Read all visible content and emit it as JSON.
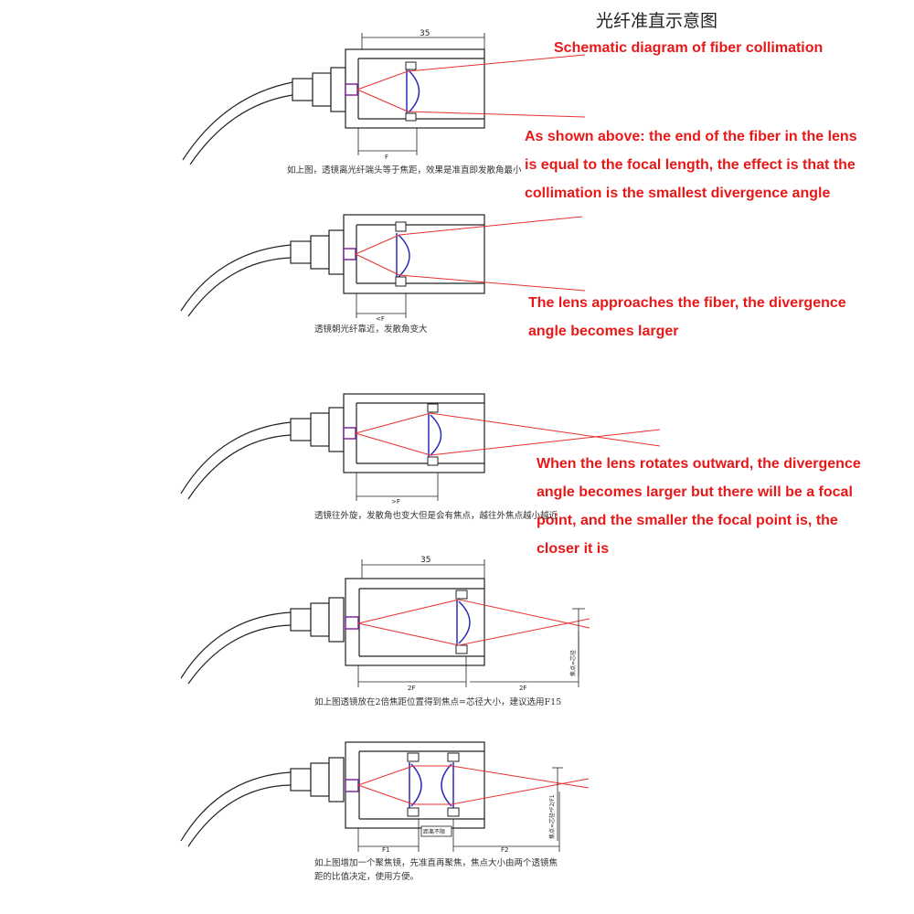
{
  "title_cn": "光纤准直示意图",
  "title_en": "Schematic diagram of fiber collimation",
  "notes": {
    "n1": "As shown above: the end of the fiber in the lens\nis equal to the focal length, the effect is that the\ncollimation is the smallest divergence angle",
    "n2": "The lens approaches the fiber, the divergence\nangle becomes larger",
    "n3": "When the lens rotates outward, the divergence\nangle becomes larger but there will be a focal\npoint, and the smaller the focal point is, the\ncloser it is"
  },
  "captions": {
    "c1": "如上图，透镜离光纤端头等于焦距，效果是准直即发散角最小",
    "c2": "透镜朝光纤靠近，发散角变大",
    "c3": "透镜往外旋，发散角也变大但是会有焦点，越往外焦点越小越近",
    "c4": "如上图透镜放在2倍焦距位置得到焦点=芯径大小，建议选用F15",
    "c5": "如上图增加一个聚焦镜，先准直再聚焦，焦点大小由两个透镜焦\n距的比值决定，使用方便。"
  },
  "dims": {
    "d1_top": "35",
    "d1_bottom": "F",
    "d2_bottom": "<F",
    "d3_bottom": ">F",
    "d4_top": "35",
    "d4_left": "2F",
    "d4_right": "2F",
    "d4_vertical": "焦点=芯径",
    "d5_left": "F1",
    "d5_mid": "距离不限",
    "d5_right": "F2",
    "d5_vertical": "焦点=芯径*F2/F1"
  },
  "colors": {
    "beam": "#e83030",
    "lens": "#2a2ab8",
    "frame": "#222222",
    "fiber_tip": "#7a2a9a",
    "note": "#e81818"
  }
}
